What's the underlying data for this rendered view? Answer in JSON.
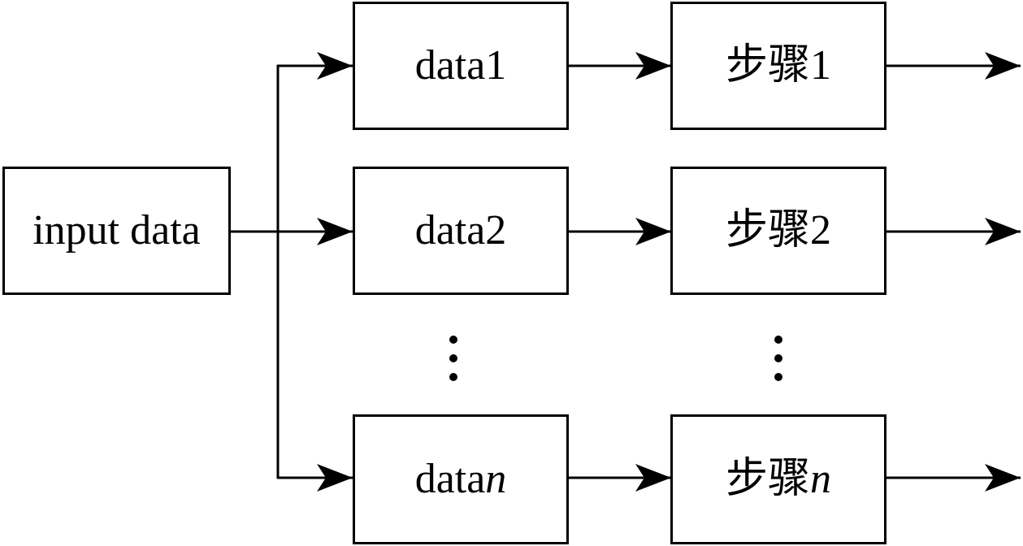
{
  "diagram": {
    "input": {
      "label": "input data"
    },
    "data_boxes": [
      {
        "prefix": "data",
        "suffix": "1",
        "italic": false
      },
      {
        "prefix": "data",
        "suffix": "2",
        "italic": false
      },
      {
        "prefix": "data",
        "suffix": "n",
        "italic": true
      }
    ],
    "step_boxes": [
      {
        "prefix": "步骤",
        "suffix": "1",
        "italic": false
      },
      {
        "prefix": "步骤",
        "suffix": "2",
        "italic": false
      },
      {
        "prefix": "步骤",
        "suffix": "n",
        "italic": true
      }
    ],
    "colors": {
      "line": "#000000",
      "background": "#ffffff"
    }
  }
}
